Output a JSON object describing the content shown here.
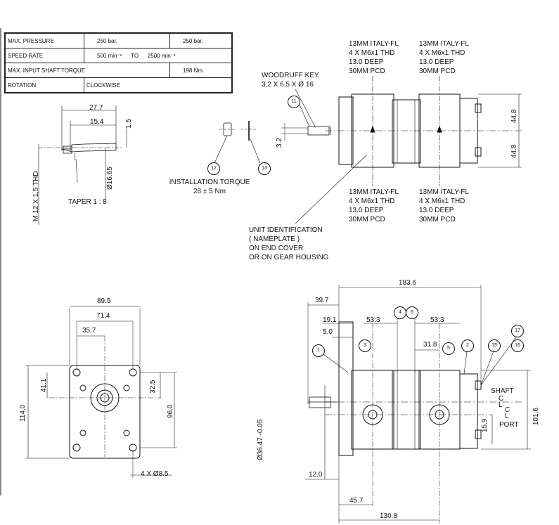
{
  "table": {
    "max_pressure_label": "MAX. PRESSURE",
    "max_pressure_val1": "250   bar.",
    "max_pressure_val2": "250   bar.",
    "speed_label": "SPEED RATE",
    "speed_val1": "500   min⁻¹",
    "speed_to": "TO",
    "speed_val2": "2500  min⁻¹",
    "torque_label": "MAX. INPUT SHAFT TORQUE",
    "torque_val": "198   Nm.",
    "rotation_label": "ROTATION",
    "rotation_val": "CLOCKWISE"
  },
  "notes": {
    "woodruff_1": "WOODRUFF KEY.",
    "woodruff_2": "3,2 X 6,5 X Ø 16",
    "install_1": "INSTALLATION TORQUE",
    "install_2": "28 ± 5  Nm",
    "taper": "TAPER  1 : 8",
    "thread": "M 12 X 1,5  THD",
    "unit_1": "UNIT IDENTIFICATION",
    "unit_2": "( NAMEPLATE )",
    "unit_3": "ON END COVER",
    "unit_4": "OR ON GEAR HOUSING",
    "port_top_left": [
      "13MM ITALY-FL",
      "4 X M6x1 THD",
      "13.0  DEEP",
      "30MM  PCD"
    ],
    "port_top_right": [
      "13MM ITALY-FL",
      "4 X M6x1 THD",
      "13.0  DEEP",
      "30MM  PCD"
    ],
    "port_bot_left": [
      "13MM ITALY-FL",
      "4 X M6x1 THD",
      "13.0  DEEP",
      "30MM  PCD"
    ],
    "port_bot_right": [
      "13MM ITALY-FL",
      "4 X M6x1 THD",
      "13.0  DEEP",
      "30MM  PCD"
    ],
    "shaft": "SHAFT",
    "cl": "C\nL",
    "port": "PORT",
    "bolt": "4 X Ø8.5"
  },
  "dims": {
    "d27_7": "27.7",
    "d15_4": "15.4",
    "d1_5": "1.5",
    "d16_65": "Ø16.65",
    "d3_2": "3.2",
    "d44_8a": "44.8",
    "d44_8b": "44.8",
    "d89_5": "89.5",
    "d71_4": "71.4",
    "d35_7": "35.7",
    "d41_1": "41.1",
    "d32_5": "32.5",
    "d114": "114.0",
    "d96": "96.0",
    "d183_6": "183.6",
    "d39_7": "39.7",
    "d19_1": "19.1",
    "d5_0": "5.0",
    "d53_3a": "53.3",
    "d53_3b": "53.3",
    "d31_8": "31.8",
    "d36_47": "Ø36.47 -0.05",
    "d15_9": "15.9",
    "d101_6": "101.6",
    "d12": "12.0",
    "d45_7": "45.7",
    "d130_8": "130.8"
  },
  "callouts": [
    "1",
    "2",
    "3",
    "4",
    "5",
    "6",
    "11",
    "12",
    "13",
    "15",
    "16",
    "17"
  ]
}
